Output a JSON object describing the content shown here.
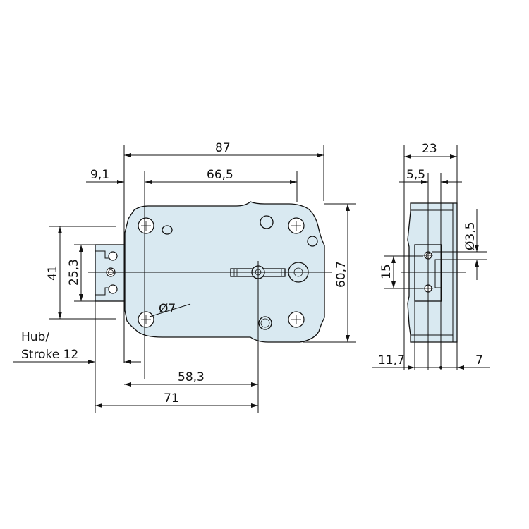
{
  "dimensions": {
    "d87": "87",
    "d91": "9,1",
    "d665": "66,5",
    "d41": "41",
    "d253": "25,3",
    "d607": "60,7",
    "d7dia": "Ø7",
    "hub_line1": "Hub/",
    "hub_line2": "Stroke 12",
    "d583": "58,3",
    "d71": "71",
    "d23": "23",
    "d55": "5,5",
    "d35": "Ø3,5",
    "d15": "15",
    "d117": "11,7",
    "d7": "7"
  },
  "colors": {
    "body": "#d9e9f1"
  }
}
